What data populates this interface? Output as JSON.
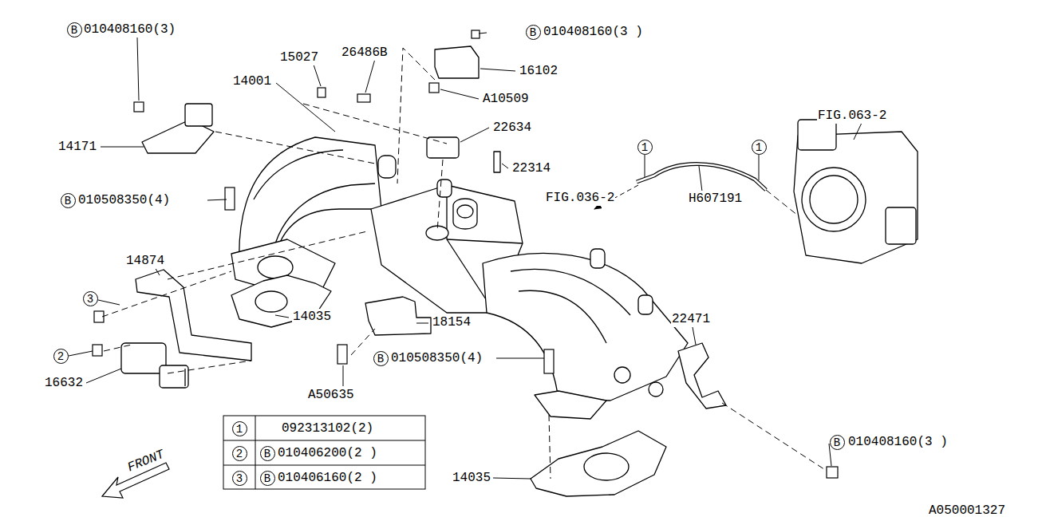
{
  "diagram": {
    "labels": [
      "B",
      "010408160(3)",
      "15027",
      "26486B",
      "14001",
      "B",
      "010408160(3 )",
      "16102",
      "A10509",
      "22634",
      "22314",
      "FIG.063-2",
      "1",
      "1",
      "14171",
      "B",
      "010508350(4)",
      "FIG.036-2",
      "H607191",
      "14874",
      "3",
      "14035",
      "18154",
      "22471",
      "2",
      "B",
      "010508350(4)",
      "16632",
      "A50635",
      "1",
      "092313102(2)",
      "2",
      "B",
      "010406200(2 )",
      "3",
      "B",
      "010406160(2 )",
      "14035",
      "B",
      "010408160(3 )",
      "FRONT",
      "A050001327"
    ]
  }
}
